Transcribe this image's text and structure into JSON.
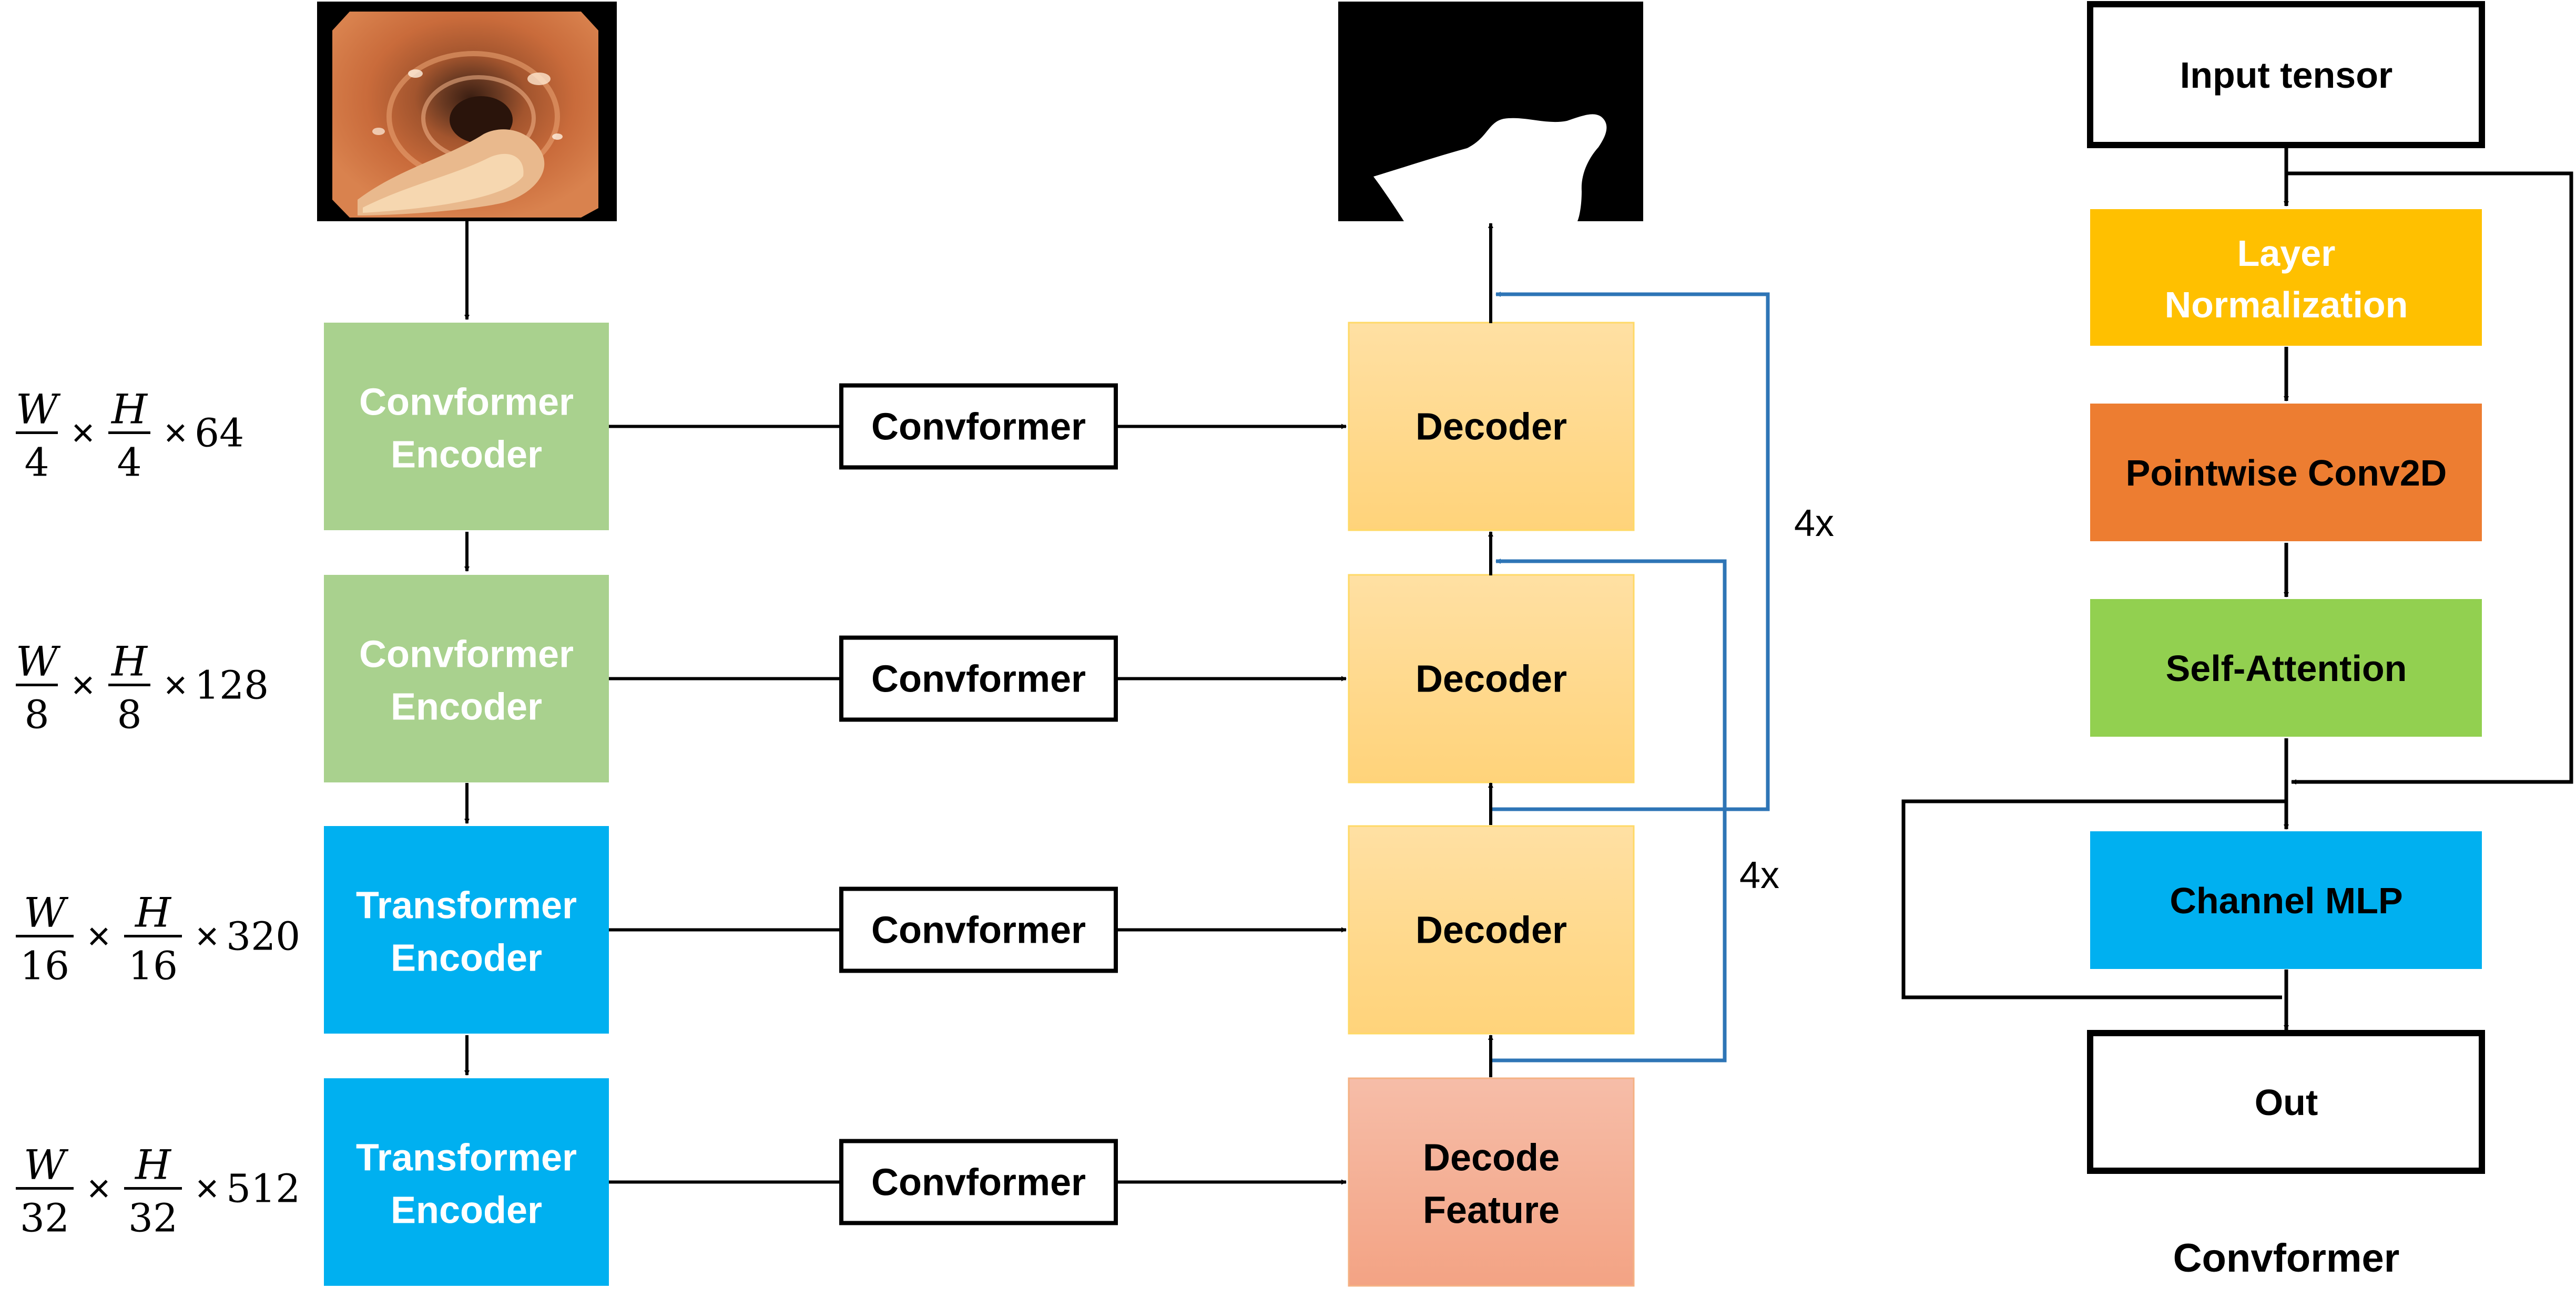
{
  "encoders": [
    {
      "label_line1": "Convformer",
      "label_line2": "Encoder",
      "color": "#A9D18E",
      "dim": {
        "w_num": "W",
        "w_den": "4",
        "h_num": "H",
        "h_den": "4",
        "channels": "64"
      }
    },
    {
      "label_line1": "Convformer",
      "label_line2": "Encoder",
      "color": "#A9D18E",
      "dim": {
        "w_num": "W",
        "w_den": "8",
        "h_num": "H",
        "h_den": "8",
        "channels": "128"
      }
    },
    {
      "label_line1": "Transformer",
      "label_line2": "Encoder",
      "color": "#00B0F0",
      "dim": {
        "w_num": "W",
        "w_den": "16",
        "h_num": "H",
        "h_den": "16",
        "channels": "320"
      }
    },
    {
      "label_line1": "Transformer",
      "label_line2": "Encoder",
      "color": "#00B0F0",
      "dim": {
        "w_num": "W",
        "w_den": "32",
        "h_num": "H",
        "h_den": "32",
        "channels": "512"
      }
    }
  ],
  "times_symbol": "×",
  "skip_blocks": [
    "Convformer",
    "Convformer",
    "Convformer",
    "Convformer"
  ],
  "decoders": [
    {
      "label_line1": "Decoder",
      "label_line2": "",
      "color": "#FFE699"
    },
    {
      "label_line1": "Decoder",
      "label_line2": "",
      "color": "#FFE699"
    },
    {
      "label_line1": "Decoder",
      "label_line2": "",
      "color": "#FFE699"
    },
    {
      "label_line1": "Decode",
      "label_line2": "Feature",
      "color": "#F4B183"
    }
  ],
  "repeat_labels": [
    "4x",
    "4x"
  ],
  "feedback_color": "#2E75B6",
  "input_image": "colonoscopy-image",
  "output_image": "segmentation-mask",
  "convformer_detail": {
    "title": "Convformer",
    "blocks": [
      {
        "label_line1": "Input tensor",
        "label_line2": "",
        "fill": "#FFFFFF",
        "text_color": "#000000"
      },
      {
        "label_line1": "Layer",
        "label_line2": "Normalization",
        "fill": "#FFC000",
        "text_color": "#FFFFFF"
      },
      {
        "label_line1": "Pointwise Conv2D",
        "label_line2": "",
        "fill": "#ED7D31",
        "text_color": "#000000"
      },
      {
        "label_line1": "Self-Attention",
        "label_line2": "",
        "fill": "#92D050",
        "text_color": "#000000"
      },
      {
        "label_line1": "Channel MLP",
        "label_line2": "",
        "fill": "#00B0F0",
        "text_color": "#000000"
      },
      {
        "label_line1": "Out",
        "label_line2": "",
        "fill": "#FFFFFF",
        "text_color": "#000000"
      }
    ]
  }
}
